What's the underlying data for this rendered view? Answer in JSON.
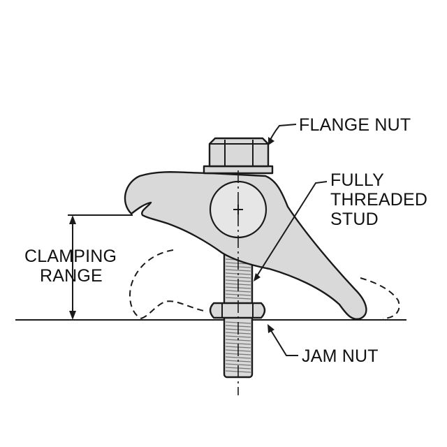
{
  "labels": {
    "flange_nut": "FLANGE NUT",
    "stud_line1": "FULLY",
    "stud_line2": "THREADED",
    "stud_line3": "STUD",
    "range_line1": "CLAMPING",
    "range_line2": "RANGE",
    "jam_nut": "JAM NUT"
  },
  "colors": {
    "part_fill": "#d9d9d9",
    "ink": "#1a1a1a"
  }
}
